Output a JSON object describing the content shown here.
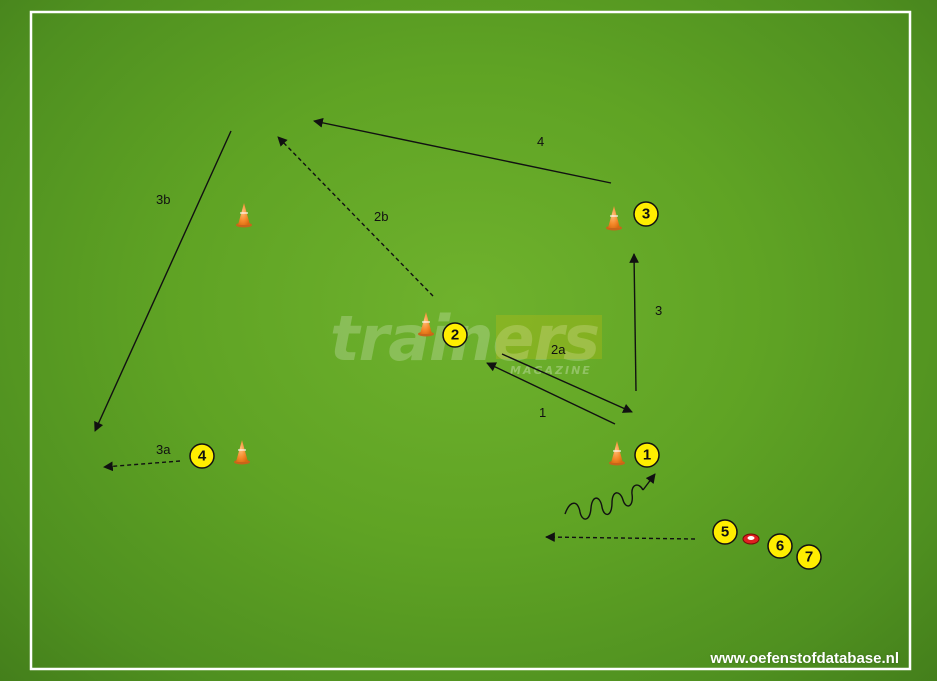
{
  "diagram": {
    "watermark": {
      "main": "trainers",
      "sub": "MAGAZINE"
    },
    "website": "www.oefenstofdatabase.nl",
    "players": [
      {
        "id": "1",
        "label": "1"
      },
      {
        "id": "2",
        "label": "2"
      },
      {
        "id": "3",
        "label": "3"
      },
      {
        "id": "4",
        "label": "4"
      },
      {
        "id": "5",
        "label": "5"
      },
      {
        "id": "6",
        "label": "6"
      },
      {
        "id": "7",
        "label": "7"
      }
    ],
    "move_labels": [
      "1",
      "2a",
      "2b",
      "3",
      "3a",
      "3b",
      "4"
    ],
    "colors": {
      "field": "#5fa324",
      "line": "#ffffff",
      "player": "#ffee00",
      "cone": "#f58a2a",
      "ball": "#e02020",
      "arrow": "#111111"
    }
  }
}
